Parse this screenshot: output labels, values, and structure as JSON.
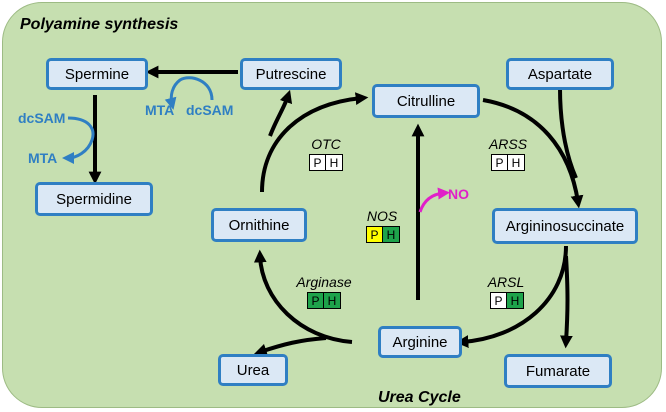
{
  "titles": {
    "polyamine": "Polyamine synthesis",
    "urea_cycle": "Urea Cycle"
  },
  "nodes": {
    "spermine": "Spermine",
    "putrescine": "Putrescine",
    "spermidine": "Spermidine",
    "citrulline": "Citrulline",
    "aspartate": "Aspartate",
    "ornithine": "Ornithine",
    "argininosuccinate": "Argininosuccinate",
    "arginine": "Arginine",
    "urea": "Urea",
    "fumarate": "Fumarate"
  },
  "cofactors": {
    "dcsam_top": "dcSAM",
    "mta_top": "MTA",
    "dcsam_left": "dcSAM",
    "mta_left": "MTA",
    "no": "NO"
  },
  "enzymes": {
    "otc": {
      "name": "OTC",
      "p": "P",
      "h": "H",
      "p_color": "#ffffff",
      "h_color": "#ffffff"
    },
    "arss": {
      "name": "ARSS",
      "p": "P",
      "h": "H",
      "p_color": "#ffffff",
      "h_color": "#ffffff"
    },
    "nos": {
      "name": "NOS",
      "p": "P",
      "h": "H",
      "p_color": "#ffff00",
      "h_color": "#1ea34b"
    },
    "arginase": {
      "name": "Arginase",
      "p": "P",
      "h": "H",
      "p_color": "#1ea34b",
      "h_color": "#1ea34b"
    },
    "arsl": {
      "name": "ARSL",
      "p": "P",
      "h": "H",
      "p_color": "#ffffff",
      "h_color": "#1ea34b"
    }
  },
  "colors": {
    "node_border": "#2f7fc3",
    "node_fill": "#dbe8f5",
    "panel": "#c6dfb0",
    "cofactor": "#2f7fc3",
    "no_arrow": "#e020c8"
  }
}
